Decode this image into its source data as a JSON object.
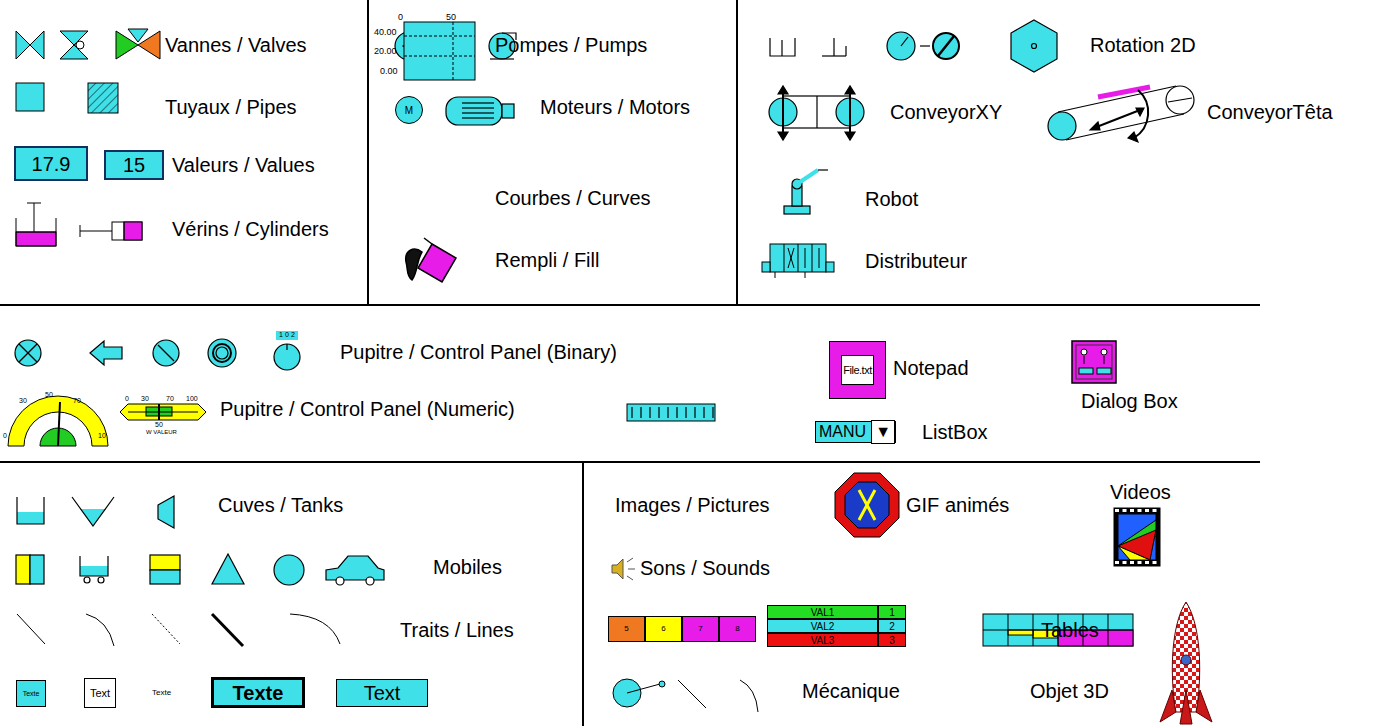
{
  "diagram": {
    "nodes": [
      {
        "text": [
          "17.9"
        ]
      },
      {
        "text": [
          "15"
        ]
      },
      {
        "text": [
          "M"
        ]
      },
      {
        "text": [
          "File.txt"
        ]
      },
      {
        "text": [
          "MANU",
          "▼"
        ]
      },
      {
        "text": [
          "5"
        ]
      },
      {
        "text": [
          "6"
        ]
      },
      {
        "text": [
          "7"
        ]
      },
      {
        "text": [
          "8"
        ]
      },
      {
        "text": [
          "VAL1"
        ]
      },
      {
        "text": [
          "1"
        ]
      },
      {
        "text": [
          "VAL2"
        ]
      },
      {
        "text": [
          "2"
        ]
      },
      {
        "text": [
          "VAL3"
        ]
      },
      {
        "text": [
          "3"
        ]
      },
      {
        "text": [
          "Texte"
        ]
      },
      {
        "text": [
          "Text"
        ]
      },
      {
        "text": [
          "Texte"
        ]
      },
      {
        "text": [
          "Text"
        ]
      }
    ],
    "labels": [
      "Vannes / Valves",
      "Tuyaux / Pipes",
      "Valeurs / Values",
      "Vérins / Cylinders",
      "Pompes / Pumps",
      "Moteurs / Motors",
      "0",
      "50",
      "40.00",
      "20.00",
      "0.00",
      "Courbes / Curves",
      "Rempli / Fill",
      "Rotation 2D",
      "ConveyorXY",
      "ConveyorTêta",
      "Robot",
      "Distributeur",
      "1",
      "0",
      "2",
      "Pupitre / Control Panel (Binary)",
      "30",
      "50",
      "70",
      "0",
      "10",
      "0",
      "30",
      "70",
      "100",
      "50",
      "W VALEUR",
      "Pupitre / Control Panel (Numeric)",
      "Notepad",
      "Dialog Box",
      "ListBox",
      "Cuves / Tanks",
      "Mobiles",
      "Traits / Lines",
      "Texte",
      "Images / Pictures",
      "GIF animés",
      "Videos",
      "Sons / Sounds",
      "Tables",
      "Mécanique",
      "Objet 3D"
    ]
  }
}
